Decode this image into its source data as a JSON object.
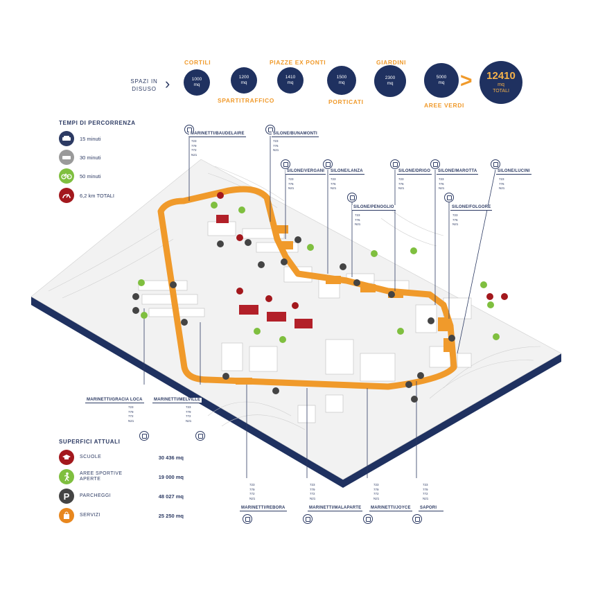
{
  "disuso_label": "SPAZI IN DISUSO",
  "categories": [
    {
      "label": "CORTILI",
      "value": "1000",
      "unit": "mq"
    },
    {
      "label": "SPARTITRAFFICO",
      "value": "1200",
      "unit": "mq"
    },
    {
      "label": "PIAZZE EX PONTI",
      "value": "1410",
      "unit": "mq"
    },
    {
      "label": "PORTICATI",
      "value": "1500",
      "unit": "mq"
    },
    {
      "label": "GIARDINI",
      "value": "2300",
      "unit": "mq"
    },
    {
      "label": "AREE VERDI",
      "value": "5000",
      "unit": "mq"
    }
  ],
  "total": {
    "value": "12410",
    "unit": "mq",
    "label": "TOTALI"
  },
  "tempi": {
    "title": "TEMPI DI PERCORRENZA",
    "items": [
      {
        "icon": "car-icon",
        "label": "15 minuti",
        "color": "#2c3a63"
      },
      {
        "icon": "walk-icon",
        "label": "30 minuti",
        "color": "#9a9a9a"
      },
      {
        "icon": "bike-icon",
        "label": "50 minuti",
        "color": "#7fbf3f"
      },
      {
        "icon": "gauge-icon",
        "label": "6,2 km TOTALI",
        "color": "#a3181d"
      }
    ]
  },
  "superfici": {
    "title": "SUPERFICI ATTUALI",
    "items": [
      {
        "icon": "graduation-cap-icon",
        "label": "SCUOLE",
        "value": "30 436 mq",
        "color": "#a3181d"
      },
      {
        "icon": "sport-icon",
        "label": "AREE SPORTIVE APERTE",
        "value": "19 000 mq",
        "color": "#7fbf3f"
      },
      {
        "icon": "parking-icon",
        "label": "PARCHEGGI",
        "value": "48 027 mq",
        "color": "#444444"
      },
      {
        "icon": "shopping-bag-icon",
        "label": "SERVIZI",
        "value": "25 250 mq",
        "color": "#e8871e"
      }
    ]
  },
  "stops": {
    "baudelaire": {
      "name": "MARINETTI/BAUDELAIRE",
      "lines": [
        "723",
        "779",
        "772",
        "N21"
      ]
    },
    "bunamonti": {
      "name": "SILONE/BUNAMONTI",
      "lines": [
        "723",
        "776",
        "N21"
      ]
    },
    "vergani": {
      "name": "SILONE/VERGANI",
      "lines": [
        "723",
        "776",
        "N21"
      ]
    },
    "lanza": {
      "name": "SILONE/LANZA",
      "lines": [
        "723",
        "776",
        "N21"
      ]
    },
    "drigo": {
      "name": "SILONE/DRIGO",
      "lines": [
        "723",
        "776",
        "N21"
      ]
    },
    "marotta": {
      "name": "SILONE/MAROTTA",
      "lines": [
        "723",
        "776",
        "N21"
      ]
    },
    "lucini": {
      "name": "SILONE/LUCINI",
      "lines": [
        "723",
        "776",
        "N21"
      ]
    },
    "penoglio": {
      "name": "SILONE/PENOGLIO",
      "lines": [
        "723",
        "776",
        "N21"
      ]
    },
    "folgore": {
      "name": "SILONE/FOLGORE",
      "lines": [
        "723",
        "776",
        "N21"
      ]
    },
    "gracia_loca": {
      "name": "MARINETTI/GRACIA LOCA",
      "lines": [
        "723",
        "779",
        "772",
        "N21"
      ]
    },
    "melville": {
      "name": "MARINETTI/MELVILLE",
      "lines": [
        "723",
        "779",
        "772",
        "N21"
      ]
    },
    "rebora": {
      "name": "MARINETTI/REBORA",
      "lines": [
        "723",
        "779",
        "772",
        "N21"
      ]
    },
    "malaparte": {
      "name": "MARINETTI/MALAPARTE",
      "lines": [
        "723",
        "779",
        "772",
        "N21"
      ]
    },
    "joyce": {
      "name": "MARINETTI/JOYCE",
      "lines": [
        "723",
        "779",
        "772",
        "N21"
      ]
    },
    "sapori": {
      "name": "SAPORI",
      "lines": [
        "723",
        "779",
        "772",
        "N21"
      ]
    }
  },
  "colors": {
    "navy": "#1f3160",
    "orange": "#f09a2b",
    "school": "#a3181d",
    "sport": "#7fbf3f"
  }
}
